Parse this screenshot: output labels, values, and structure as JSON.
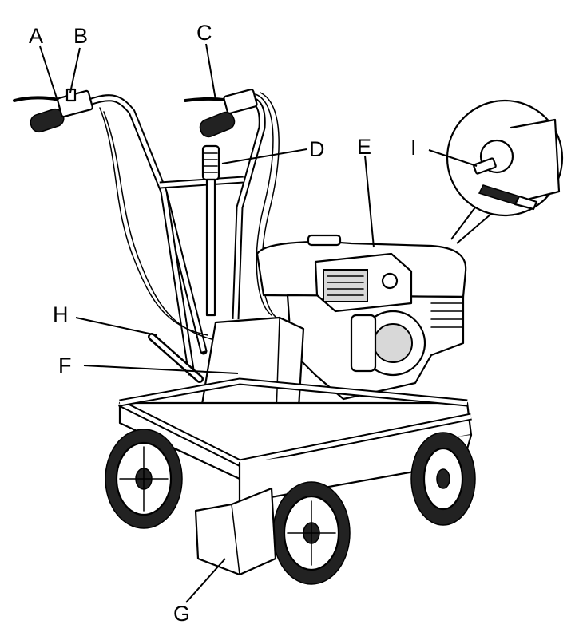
{
  "callouts": {
    "a": "A",
    "b": "B",
    "c": "C",
    "d": "D",
    "e": "E",
    "f": "F",
    "g": "G",
    "h": "H",
    "i": "I"
  },
  "colors": {
    "ink": "#000000",
    "background": "#ffffff"
  }
}
